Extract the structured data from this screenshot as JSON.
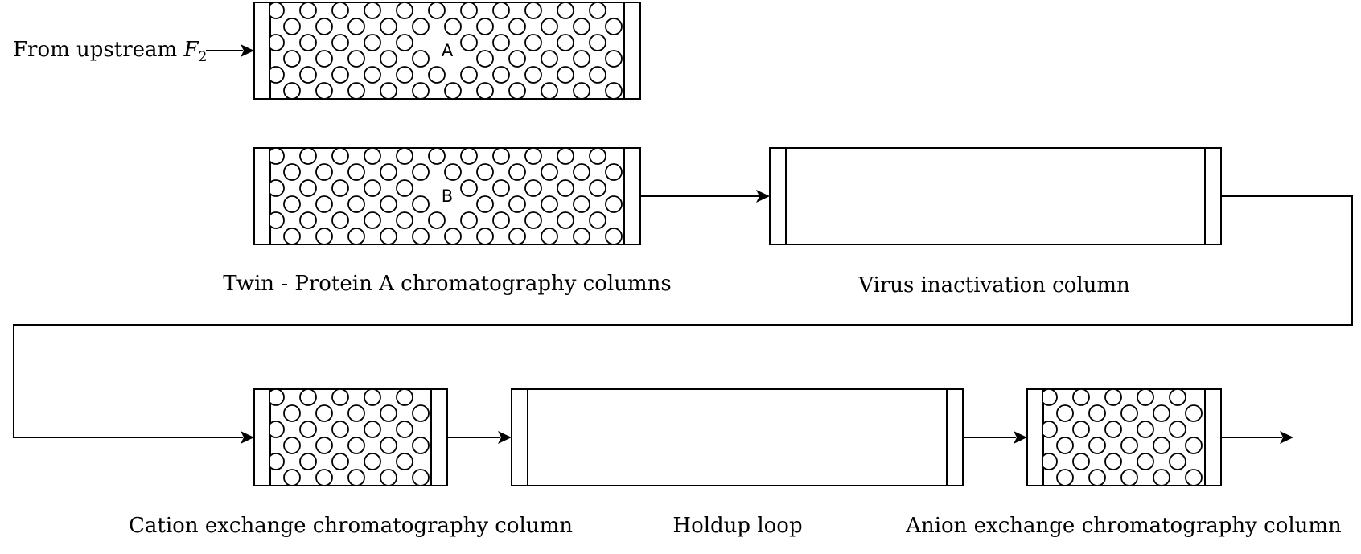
{
  "inlet": {
    "label": "From upstream ",
    "symbol": "F",
    "subscript": "2"
  },
  "columns": {
    "protein_a_a": {
      "letter": "A"
    },
    "protein_a_b": {
      "letter": "B"
    }
  },
  "labels": {
    "twin_protein_a": "Twin - Protein A chromatography columns",
    "virus_inactivation": "Virus inactivation column",
    "cation_exchange": "Cation exchange chromatography column",
    "holdup_loop": "Holdup loop",
    "anion_exchange": "Anion exchange chromatography column"
  },
  "colors": {
    "stroke": "#000000",
    "background": "#ffffff"
  }
}
